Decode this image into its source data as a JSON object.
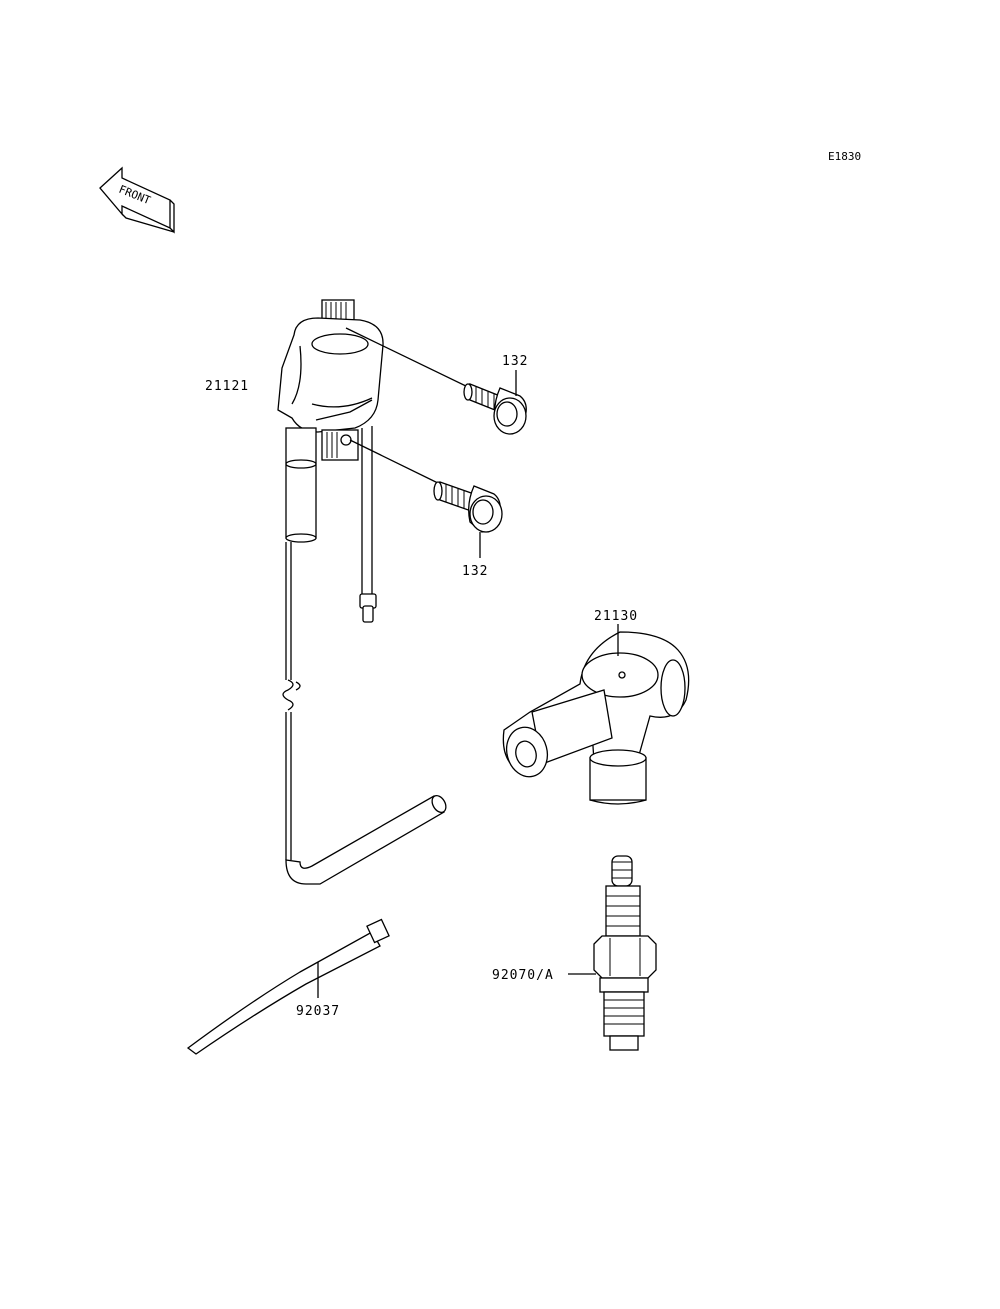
{
  "diagram_code": "E1830",
  "front_label": "FRONT",
  "parts": [
    {
      "id": "ignition-coil",
      "number": "21121"
    },
    {
      "id": "bolt-upper",
      "number": "132"
    },
    {
      "id": "bolt-lower",
      "number": "132"
    },
    {
      "id": "plug-cap",
      "number": "21130"
    },
    {
      "id": "spark-plug",
      "number": "92070/A"
    },
    {
      "id": "cable-tie",
      "number": "92037"
    }
  ]
}
